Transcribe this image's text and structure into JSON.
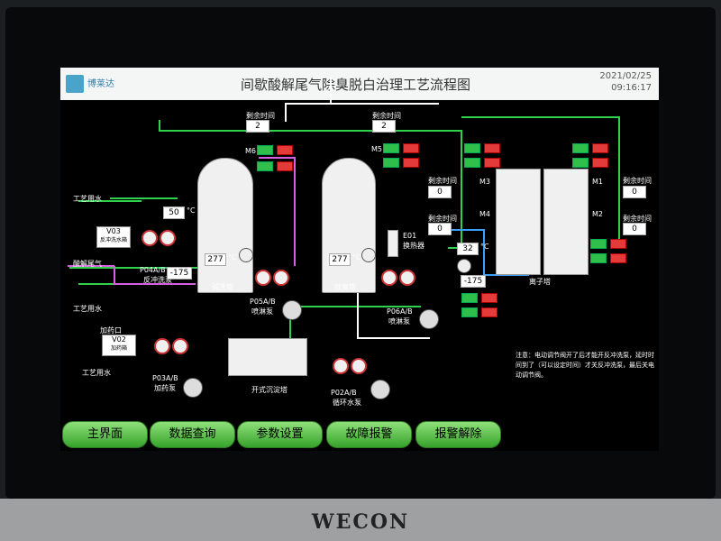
{
  "header": {
    "logo_text": "博莱达",
    "title": "间歇酸解尾气除臭脱白治理工艺流程图",
    "date": "2021/02/25",
    "time": "09:16:17"
  },
  "timers": {
    "label": "剩余时间",
    "t1": "2",
    "t2": "2",
    "t3": "0",
    "t4": "0",
    "t5": "0",
    "t6": "0"
  },
  "motors": {
    "m6": "M6",
    "m5": "M5",
    "m3": "M3",
    "m1": "M1",
    "m4": "M4",
    "m2": "M2"
  },
  "labels": {
    "water1": "工艺用水",
    "water2": "工艺用水",
    "water3": "工艺用水",
    "v03": "V03",
    "v03_sub": "反冲洗水箱",
    "v02": "V02",
    "v02_sub": "加药箱",
    "acid_gas": "酸解尾气",
    "p04": "P04A/B",
    "p04_sub": "反冲洗泵",
    "p05": "P05A/B",
    "p05_sub": "喷淋泵",
    "p06": "P06A/B",
    "p06_sub": "喷淋泵",
    "p03": "P03A/B",
    "p03_sub": "加药泵",
    "p02": "P02A/B",
    "p02_sub": "循环水泵",
    "e01": "E01",
    "e01_sub": "换热器",
    "tower1": "碱洗塔",
    "tower2": "除臭塔",
    "ion": "离子塔",
    "settle": "开式沉淀塔",
    "feed": "加药口",
    "deg": "°C"
  },
  "values": {
    "t_a": "50",
    "t_b": "277",
    "t_c": "277",
    "t_d": "32",
    "p_a": "-175",
    "p_b": "-175"
  },
  "nav": {
    "b1": "主界面",
    "b2": "数据查询",
    "b3": "参数设置",
    "b4": "故障报警",
    "b5": "报警解除"
  },
  "note": "注意：电动调节阀开了后才能开反冲洗泵，延时时间到了（可以设定时间）才关反冲洗泵，最后关电动调节阀。",
  "brand": "WECON"
}
